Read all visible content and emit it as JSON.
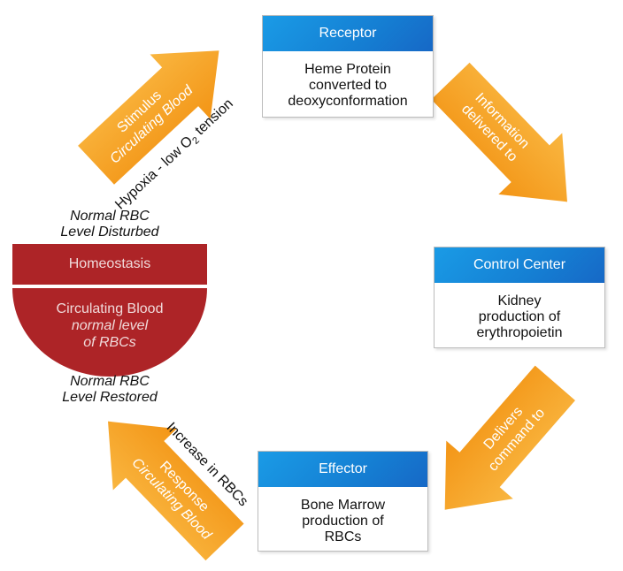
{
  "receptor": {
    "title": "Receptor",
    "lines": [
      "Heme Protein",
      "converted to",
      "deoxyconformation"
    ]
  },
  "control_center": {
    "title": "Control Center",
    "lines": [
      "Kidney",
      "production of",
      "erythropoietin"
    ]
  },
  "effector": {
    "title": "Effector",
    "lines": [
      "Bone Marrow",
      "production of",
      "RBCs"
    ]
  },
  "stimulus_arrow": {
    "line1": "Stimulus",
    "line2": "Circulating Blood",
    "below": "Hypoxia - low O",
    "subscript": "2",
    "below_end": " tension"
  },
  "information_arrow": {
    "line1": "Information",
    "line2": "delivered to"
  },
  "delivers_arrow": {
    "line1": "Delivers",
    "line2": "command to"
  },
  "response_arrow": {
    "line1": "Response",
    "line2": "Circulating Blood",
    "below": "Increase in RBCs"
  },
  "disturbed_label": {
    "line1": "Normal RBC",
    "line2": "Level Disturbed"
  },
  "restored_label": {
    "line1": "Normal RBC",
    "line2": "Level Restored"
  },
  "homeostasis": {
    "title": "Homeostasis",
    "line1": "Circulating Blood",
    "line2": "normal level",
    "line3": "of RBCs"
  },
  "colors": {
    "arrow_light": "#f8b23c",
    "arrow_dark": "#f29110",
    "header_blue": "#1a8de0",
    "homeostasis_red": "#ad2427"
  }
}
